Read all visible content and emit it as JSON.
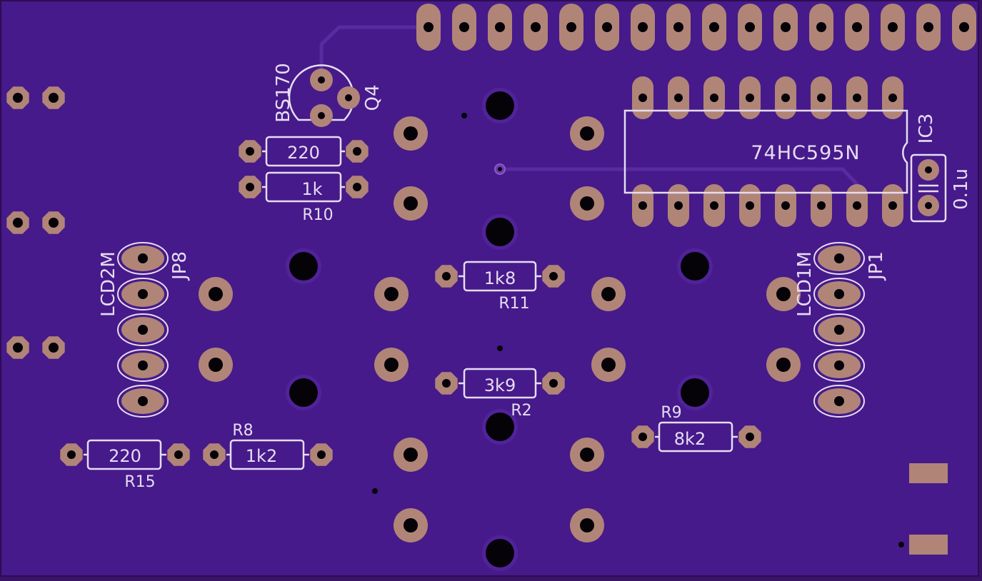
{
  "colors": {
    "board": "#461a8a",
    "edge": "#2c0d52",
    "pad": "#b08577",
    "hole": "#050208",
    "silk": "#e6dcf2",
    "trace": "#5a2aa0"
  },
  "labels": {
    "q4_part": "BS170",
    "q4_name": "Q4",
    "ic3_part": "74HC595N",
    "ic3_name": "IC3",
    "c_value": "0.1u",
    "lcd2m": "LCD2M",
    "jp8": "JP8",
    "lcd1m": "LCD1M",
    "jp1": "JP1",
    "r10": "R10",
    "r11": "R11",
    "r2": "R2",
    "r9": "R9",
    "r8": "R8",
    "r15": "R15"
  },
  "resistors": {
    "r220_top": "220",
    "r1k": "1k",
    "r1k8": "1k8",
    "r3k9": "3k9",
    "r8k2": "8k2",
    "r1k2": "1k2",
    "r220_bottom": "220"
  }
}
